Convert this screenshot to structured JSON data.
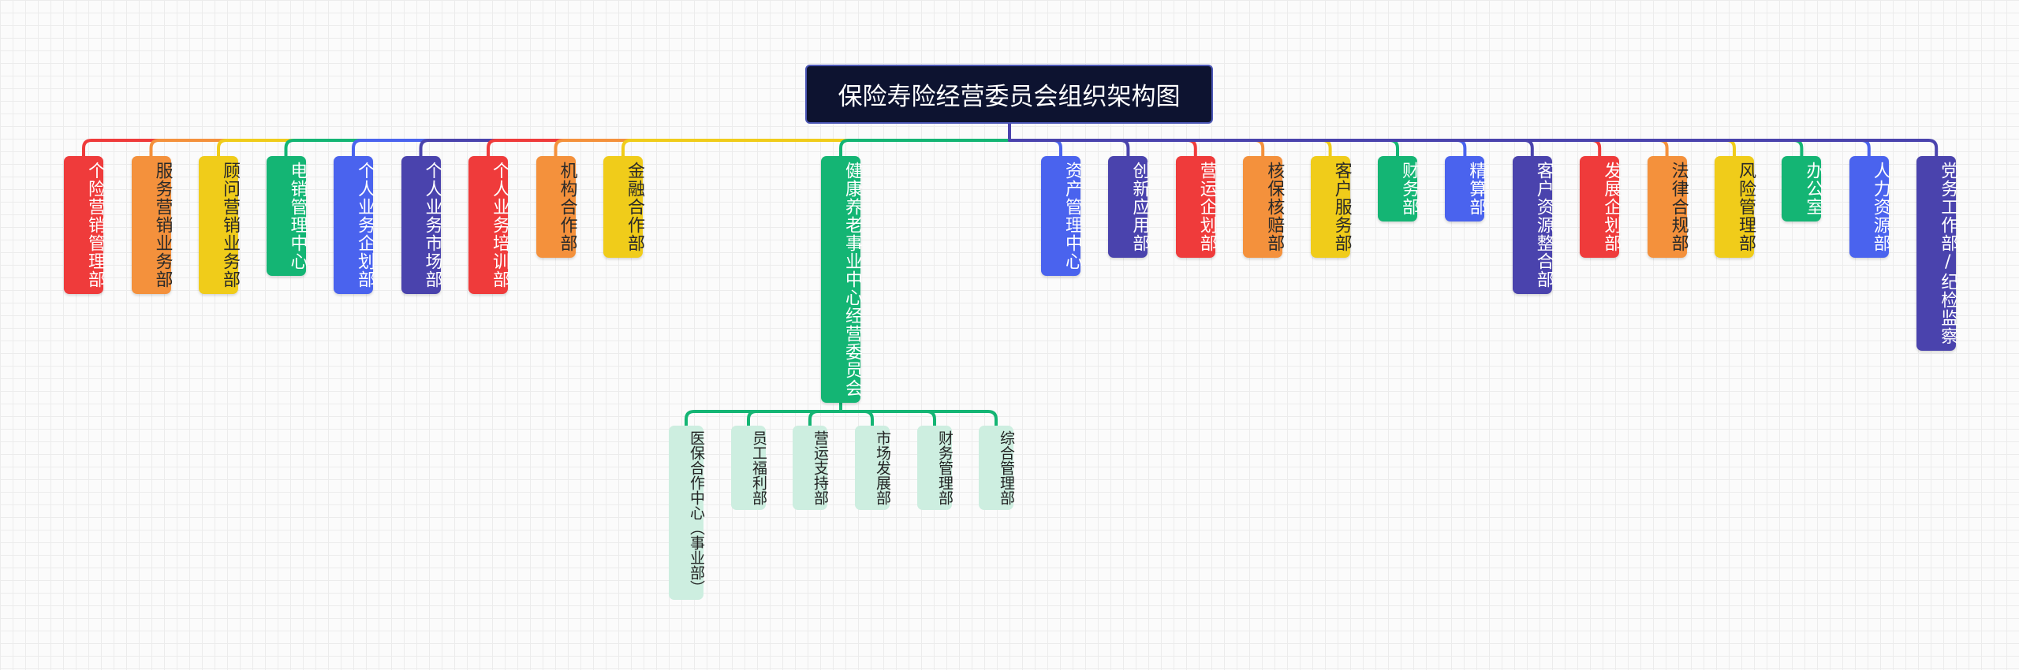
{
  "title": "保险寿险经营委员会组织架构图",
  "colors": {
    "red": "#ef3b3b",
    "orange": "#f4913c",
    "yellow": "#f0cc1a",
    "green": "#14b574",
    "blue": "#4a63ee",
    "purple": "#4a43ad",
    "light_green": "#cdeee0"
  },
  "departments": [
    {
      "label": "个险营销管理部",
      "color": "red"
    },
    {
      "label": "服务营销业务部",
      "color": "orange"
    },
    {
      "label": "顾问营销业务部",
      "color": "yellow"
    },
    {
      "label": "电销管理中心",
      "color": "green"
    },
    {
      "label": "个人业务企划部",
      "color": "blue"
    },
    {
      "label": "个人业务市场部",
      "color": "purple"
    },
    {
      "label": "个人业务培训部",
      "color": "red"
    },
    {
      "label": "机构合作部",
      "color": "orange"
    },
    {
      "label": "金融合作部",
      "color": "yellow"
    },
    {
      "label": "健康养老事业中心经营委员会",
      "color": "green"
    },
    {
      "label": "资产管理中心",
      "color": "blue"
    },
    {
      "label": "创新应用部",
      "color": "purple"
    },
    {
      "label": "营运企划部",
      "color": "red"
    },
    {
      "label": "核保核赔部",
      "color": "orange"
    },
    {
      "label": "客户服务部",
      "color": "yellow"
    },
    {
      "label": "财务部",
      "color": "green"
    },
    {
      "label": "精算部",
      "color": "blue"
    },
    {
      "label": "客户资源整合部",
      "color": "purple"
    },
    {
      "label": "发展企划部",
      "color": "red"
    },
    {
      "label": "法律合规部",
      "color": "orange"
    },
    {
      "label": "风险管理部",
      "color": "yellow"
    },
    {
      "label": "办公室",
      "color": "green"
    },
    {
      "label": "人力资源部",
      "color": "blue"
    },
    {
      "label": "党务工作部/纪检监察",
      "color": "purple"
    }
  ],
  "sub_parent_index": 9,
  "sub_departments": [
    {
      "label": "医保合作中心（事业部）"
    },
    {
      "label": "员工福利部"
    },
    {
      "label": "营运支持部"
    },
    {
      "label": "市场发展部"
    },
    {
      "label": "财务管理部"
    },
    {
      "label": "综合管理部"
    }
  ]
}
